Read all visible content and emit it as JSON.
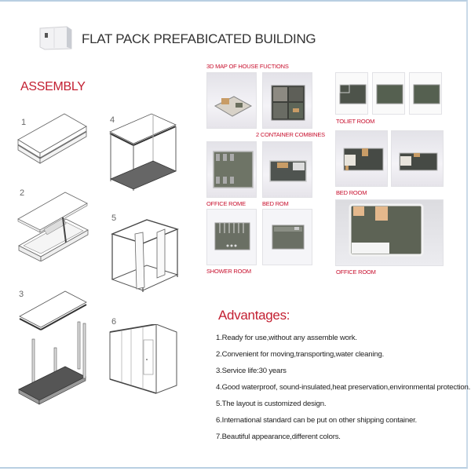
{
  "header": {
    "title": "FLAT PACK PREFABICATED BUILDING",
    "logo_icon": "container-house-icon"
  },
  "assembly": {
    "heading": "ASSEMBLY",
    "steps": [
      {
        "number": "1",
        "description": "stacked flat pack panels"
      },
      {
        "number": "2",
        "description": "roof panel lifted, base with packed components"
      },
      {
        "number": "3",
        "description": "roof, four corner posts, floor frame exploded"
      },
      {
        "number": "4",
        "description": "frame with roof, posts and floor assembled"
      },
      {
        "number": "5",
        "description": "wall panels being installed"
      },
      {
        "number": "6",
        "description": "completed unit with door"
      }
    ]
  },
  "gallery": {
    "map_label": "3D MAP OF HOUSE FUCTIONS",
    "two_container_label": "2 CONTAINER COMBINES",
    "office_rome_label": "OFFICE ROME",
    "bed_rom_label": "BED ROM",
    "shower_room_label": "SHOWER ROOM",
    "toilet_room_label": "TOLIET ROOM",
    "bed_room_label": "BED ROOM",
    "office_room_label": "OFFICE ROOM"
  },
  "advantages": {
    "heading": "Advantages:",
    "items": [
      "1.Ready for use,without any assemble work.",
      "2.Convenient for moving,transporting,water cleaning.",
      "3.Service life:30 years",
      "4.Good waterproof, sound-insulated,heat preservation,environmental protection.",
      "5.The layout is customized design.",
      "6.International standard can be put on other shipping container.",
      "7.Beautiful appearance,different colors."
    ]
  },
  "colors": {
    "accent_red": "#c8102e",
    "frame_blue": "#b9cfe2",
    "text": "#222222"
  }
}
